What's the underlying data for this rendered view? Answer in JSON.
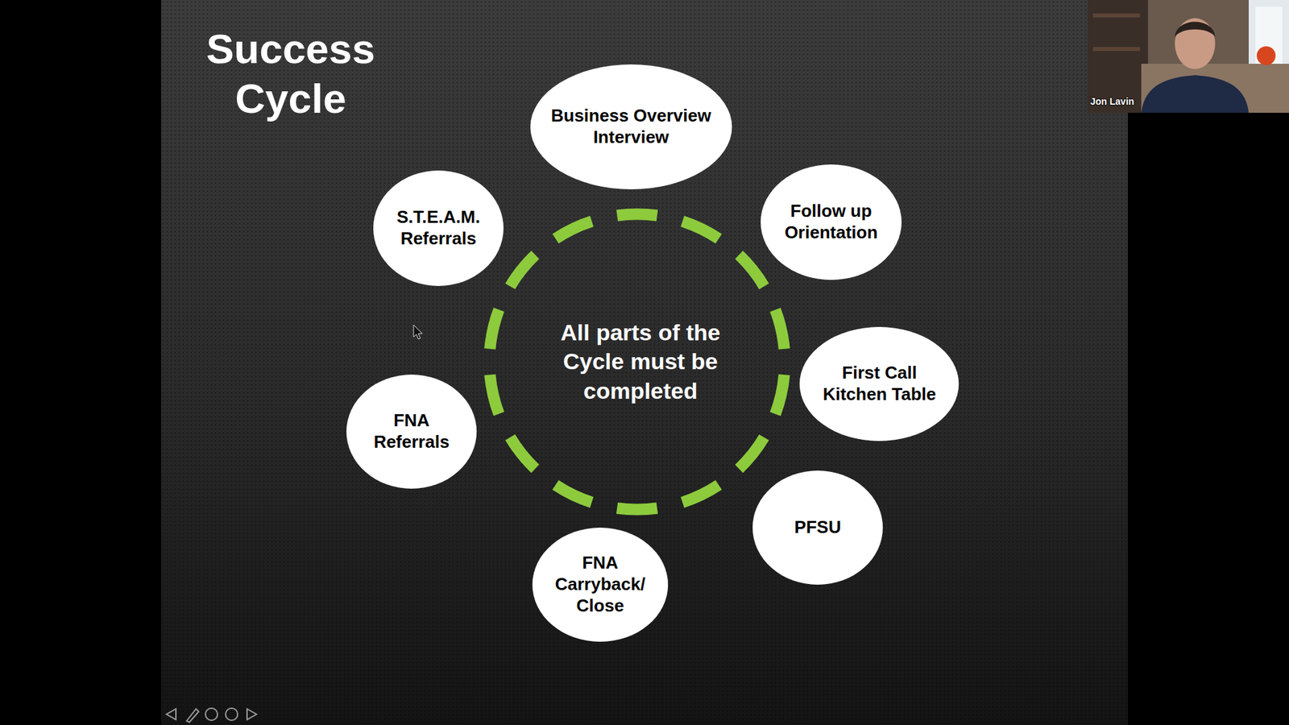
{
  "diagram": {
    "title": "Success Cycle",
    "nodes": [
      {
        "text": [
          "Business Overview Interview"
        ]
      },
      {
        "text": [
          "Follow up Orientation"
        ]
      },
      {
        "text": [
          "First Call Kitchen Table"
        ]
      },
      {
        "text": [
          "PFSU"
        ]
      },
      {
        "text": [
          "FNA Carryback/ Close"
        ]
      },
      {
        "text": [
          "FNA Referrals"
        ]
      },
      {
        "text": [
          "S.T.E.A.M. Referrals"
        ]
      }
    ],
    "labels": [
      "All parts of the Cycle must be completed",
      "Jon Lavin"
    ]
  }
}
